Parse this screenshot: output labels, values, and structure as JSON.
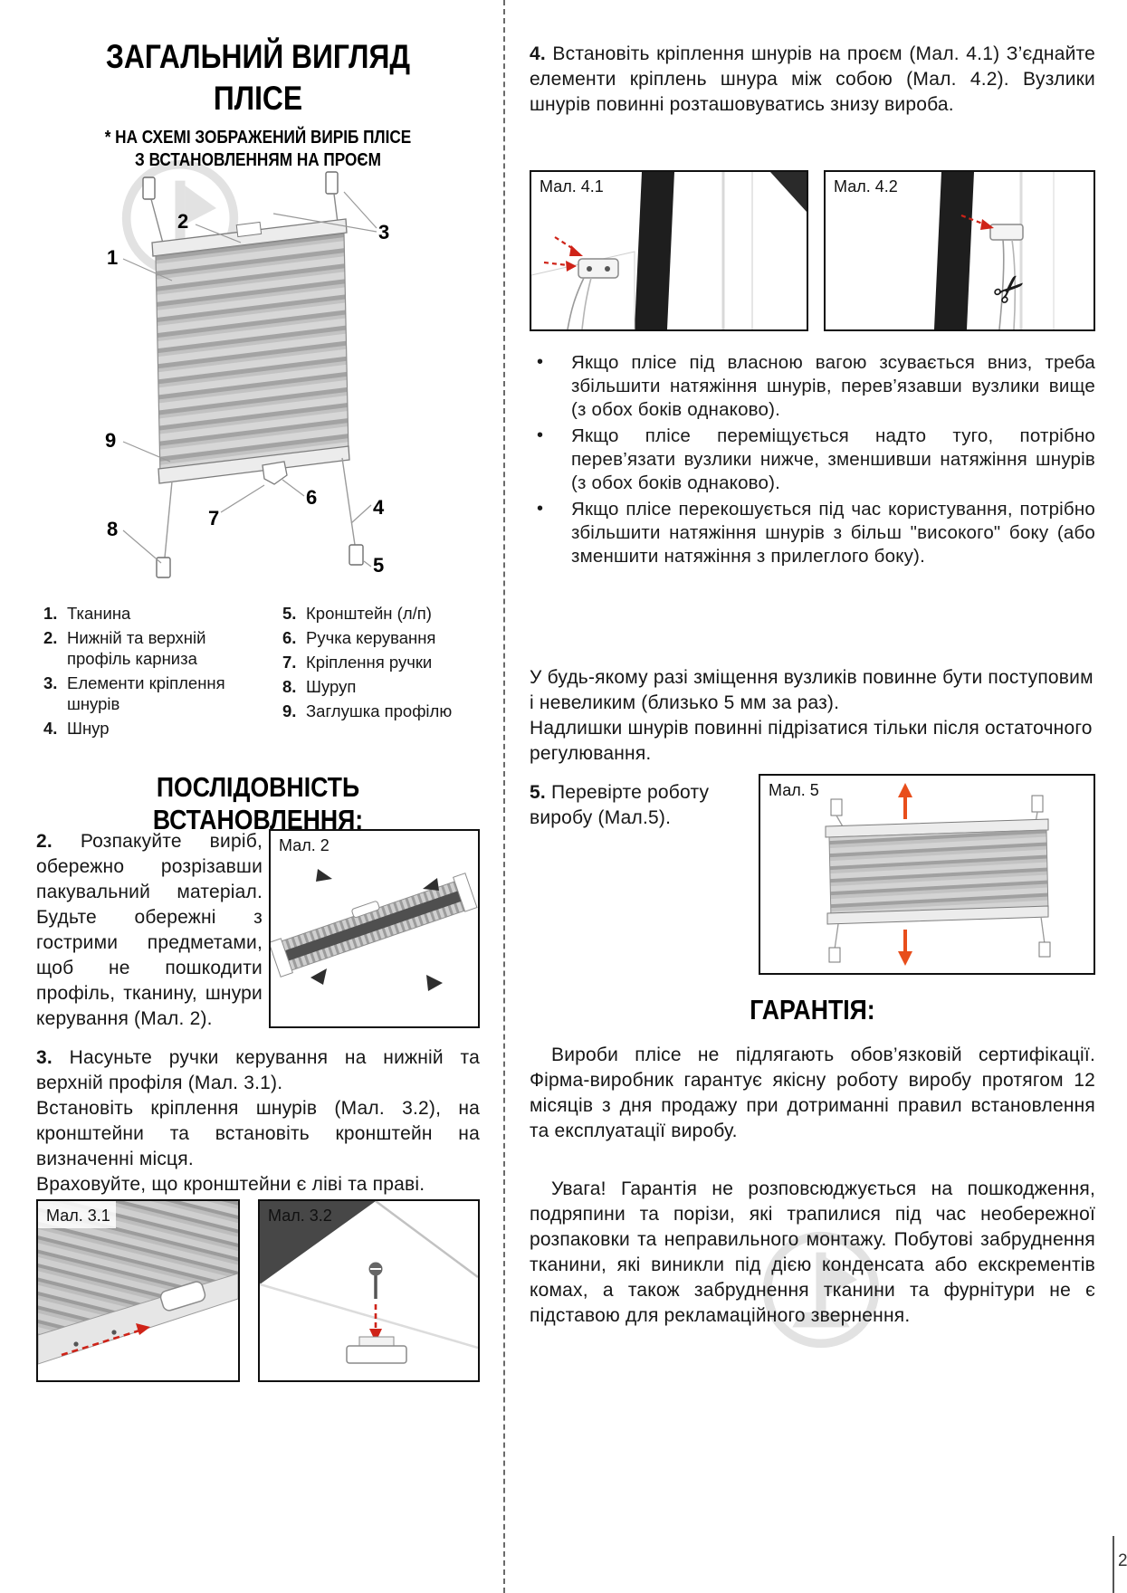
{
  "page": {
    "number": "2"
  },
  "left": {
    "title1": "ЗАГАЛЬНИЙ ВИГЛЯД",
    "title2": "ПЛІСЕ",
    "subtitle1": "* НА СХЕМІ ЗОБРАЖЕНИЙ ВИРІБ ПЛІСЕ",
    "subtitle2": "З ВСТАНОВЛЕННЯМ НА ПРОЄМ",
    "diagram_labels": {
      "n1": "1",
      "n2": "2",
      "n3": "3",
      "n4": "4",
      "n5": "5",
      "n6": "6",
      "n7": "7",
      "n8": "8",
      "n9": "9"
    },
    "legend_col1": [
      {
        "num": "1.",
        "text": "Тканина"
      },
      {
        "num": "2.",
        "text": "Нижній та верхній профіль карниза"
      },
      {
        "num": "3.",
        "text": "Елементи кріплення шнурів"
      },
      {
        "num": "4.",
        "text": "Шнур"
      }
    ],
    "legend_col2": [
      {
        "num": "5.",
        "text": "Кронштейн (л/п)"
      },
      {
        "num": "6.",
        "text": "Ручка керування"
      },
      {
        "num": "7.",
        "text": "Кріплення ручки"
      },
      {
        "num": "8.",
        "text": "Шуруп"
      },
      {
        "num": "9.",
        "text": "Заглушка профілю"
      }
    ],
    "sequence_title": "ПОСЛІДОВНІСТЬ ВСТАНОВЛЕННЯ:",
    "step2_num": "2.",
    "step2_text": "Розпакуйте виріб, обережно розрізавши пакувальний матеріал. Будьте обережні з гострими предметами, щоб не пошкодити профіль, тканину, шнури керування (Мал. 2).",
    "fig2_label": "Мал. 2",
    "step3_num": "3.",
    "step3_line1": "Насуньте ручки керування на нижній та верхній профіля (Мал. 3.1).",
    "step3_line2": "Встановіть кріплення шнурів (Мал. 3.2), на кронштейни та встановіть кронштейн на визначенні місця.",
    "step3_line3": "Враховуйте, що кронштейни є ліві та праві.",
    "fig31_label": "Мал. 3.1",
    "fig32_label": "Мал. 3.2"
  },
  "right": {
    "step4_num": "4.",
    "step4_text": "Встановіть кріплення шнурів на проєм (Мал. 4.1) З’єднайте елементи кріплень шнура між собою (Мал. 4.2). Вузлики шнурів повинні розташовуватись знизу вироба.",
    "fig41_label": "Мал. 4.1",
    "fig42_label": "Мал. 4.2",
    "bullet": "•",
    "bullets": [
      "Якщо плісе під власною вагою зсувається вниз, треба збільшити натяжіння шнурів, перев’язавши вузлики вище (з обох боків однаково).",
      "Якщо плісе переміщується надто туго, потрібно перев’язати вузлики нижче, зменшивши натяжіння шнурів (з обох боків однаково).",
      "Якщо плісе перекошується під час користування, потрібно збільшити натяжіння шнурів з більш \"високого\" боку (або зменшити натяжіння з прилеглого боку)."
    ],
    "note1": "У будь-якому разі зміщення вузликів повинне бути поступовим і невеликим (близько 5 мм за раз).",
    "note2": "Надлишки шнурів повинні підрізатися тільки після остаточного регулювання.",
    "step5_num": "5.",
    "step5_text": "Перевірте роботу виробу (Мал.5).",
    "fig5_label": "Мал. 5",
    "warranty_title": "ГАРАНТІЯ:",
    "warranty_p1": "Вироби плісе не підлягають обов’язковій сертифікації. Фірма-виробник гарантує якісну роботу виробу протягом 12 місяців з дня продажу при дотриманні правил встановлення та експлуатації виробу.",
    "warranty_p2": "Увага! Гарантія не розповсюджується на пошкодження, подряпини та порізи, які трапилися під час необережної розпаковки та неправильного монтажу. Побутові забруднення тканини, які виникли під дією конденсата або екскрементів комах, а також забруднення тканини та фурнітури не є підставою для рекламаційного звернення."
  }
}
